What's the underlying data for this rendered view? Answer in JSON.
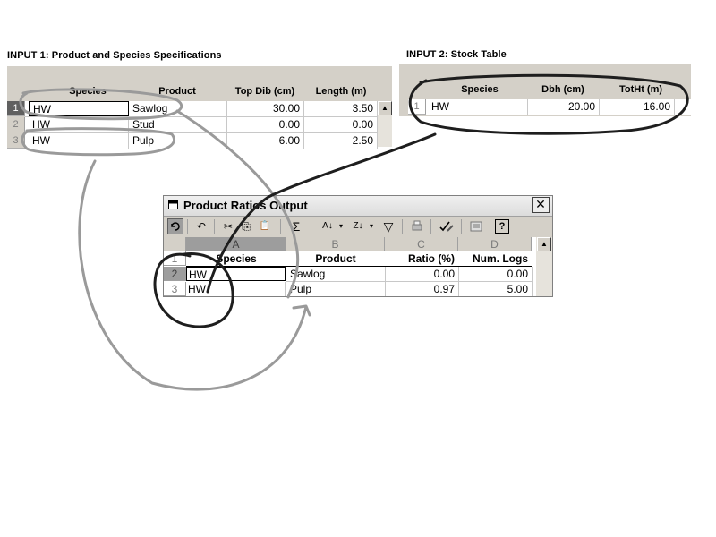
{
  "input1": {
    "title": "INPUT 1: Product and Species Specifications",
    "headers": [
      "Species",
      "Product",
      "Top Dib (cm)",
      "Length (m)"
    ],
    "rows": [
      {
        "num": "1",
        "species": "HW",
        "product": "Sawlog",
        "top_dib": "30.00",
        "length": "3.50"
      },
      {
        "num": "2",
        "species": "HW",
        "product": "Stud",
        "top_dib": "0.00",
        "length": "0.00"
      },
      {
        "num": "3",
        "species": "HW",
        "product": "Pulp",
        "top_dib": "6.00",
        "length": "2.50"
      }
    ]
  },
  "input2": {
    "title": "INPUT 2: Stock Table",
    "headers": [
      "Species",
      "Dbh (cm)",
      "TotHt (m)"
    ],
    "rows": [
      {
        "num": "1",
        "species": "HW",
        "dbh": "20.00",
        "totht": "16.00"
      }
    ]
  },
  "output": {
    "title": "Product Ratios Output",
    "close_glyph": "✕",
    "column_letters": [
      "A",
      "B",
      "C",
      "D"
    ],
    "header_row_num": "1",
    "headers": [
      "Species",
      "Product",
      "Ratio (%)",
      "Num. Logs"
    ],
    "rows": [
      {
        "num": "2",
        "species": "HW",
        "product": "Sawlog",
        "ratio": "0.00",
        "logs": "0.00"
      },
      {
        "num": "3",
        "species": "HW",
        "product": "Pulp",
        "ratio": "0.97",
        "logs": "5.00"
      }
    ],
    "toolbar_glyphs": {
      "undo": "↶",
      "cut": "✂",
      "copy": "⎘",
      "paste": "📋",
      "sum": "Σ",
      "sort_asc": "A↓",
      "sort_desc": "Z↓",
      "filter": "▽",
      "help": "?"
    }
  },
  "scroll_glyphs": {
    "up": "▲"
  },
  "colors": {
    "annotation_gray": "#9a9a9a",
    "annotation_dark": "#1e1e1e",
    "selected_row": "#606060"
  }
}
